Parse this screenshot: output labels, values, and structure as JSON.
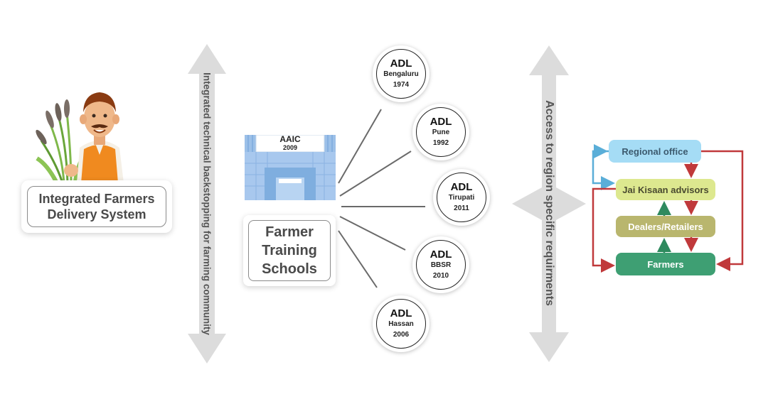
{
  "farmer_panel": {
    "title_line1": "Integrated Farmers",
    "title_line2": "Delivery System"
  },
  "left_arrow_label": "Integrated technical backstopping for farming community",
  "right_arrow_label": "Access to region specific requirments",
  "aaic": {
    "name": "AAIC",
    "year": "2009"
  },
  "fts": {
    "line1": "Farmer",
    "line2": "Training",
    "line3": "Schools"
  },
  "adls": [
    {
      "title": "ADL",
      "city": "Bengaluru",
      "year": "1974"
    },
    {
      "title": "ADL",
      "city": "Pune",
      "year": "1992"
    },
    {
      "title": "ADL",
      "city": "Tirupati",
      "year": "2011"
    },
    {
      "title": "ADL",
      "city": "BBSR",
      "year": "2010"
    },
    {
      "title": "ADL",
      "city": "Hassan",
      "year": "2006"
    }
  ],
  "flow": {
    "regional": "Regional office",
    "jai": "Jai Kisaan advisors",
    "dealers": "Dealers/Retailers",
    "farmers": "Farmers"
  },
  "colors": {
    "arrow_gray": "#dcdcdc",
    "blue_arrow": "#5aaed8",
    "red_arrow": "#c0393b",
    "green_arrow": "#2e8a5e"
  }
}
